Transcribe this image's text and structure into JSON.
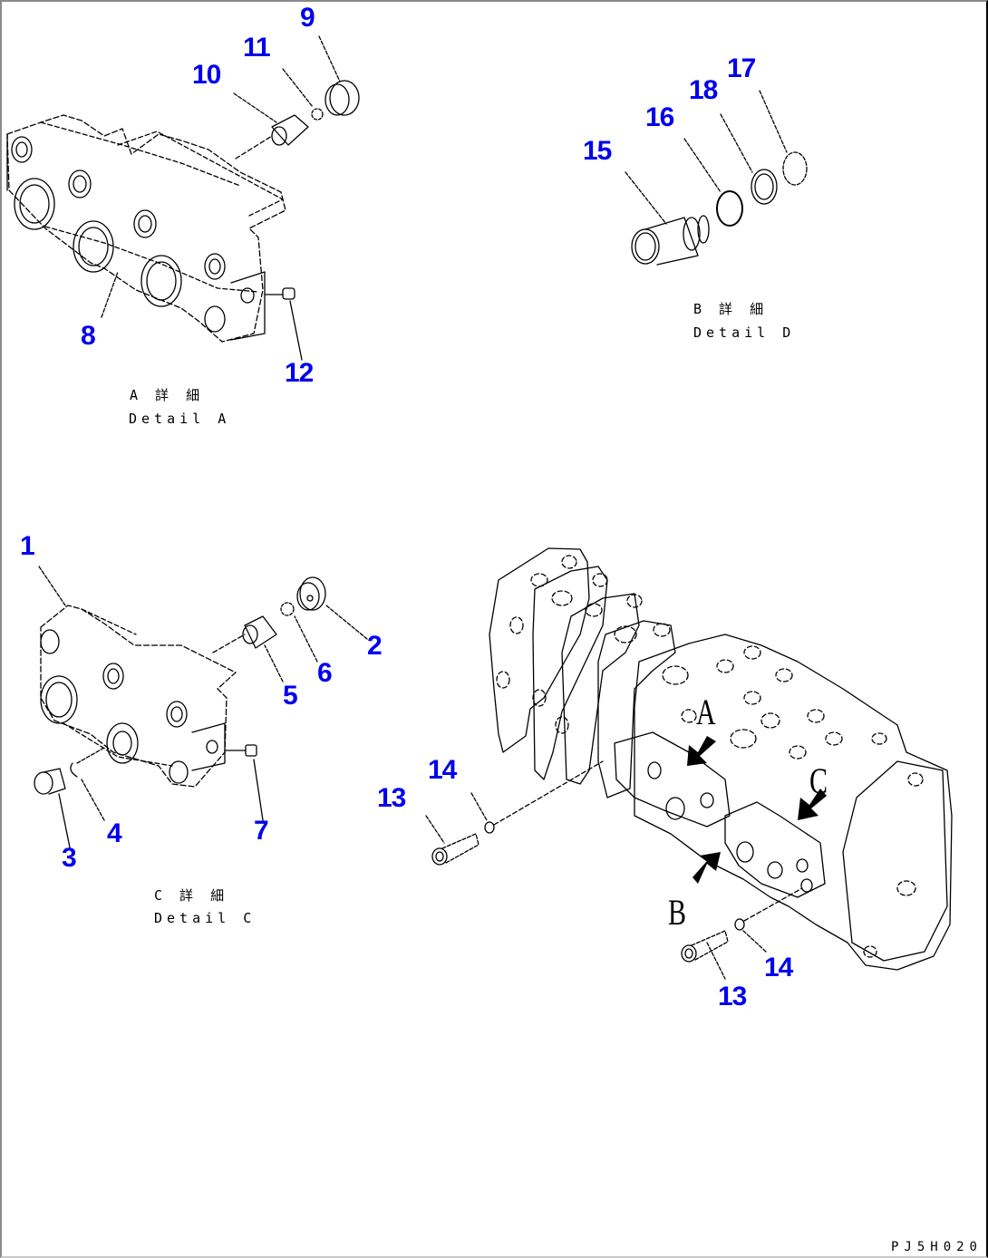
{
  "drawing_code": "PJ5H020",
  "details": [
    {
      "id": "A",
      "caption_jp": "A 詳 細",
      "caption_en": "Detail A",
      "parts": [
        "8",
        "9",
        "10",
        "11",
        "12"
      ]
    },
    {
      "id": "B",
      "caption_jp": "B 詳 細",
      "caption_en": "Detail D",
      "parts": [
        "15",
        "16",
        "17",
        "18"
      ]
    },
    {
      "id": "C",
      "caption_jp": "C 詳 細",
      "caption_en": "Detail C",
      "parts": [
        "1",
        "2",
        "3",
        "4",
        "5",
        "6",
        "7"
      ]
    }
  ],
  "callouts": {
    "detail_a": {
      "p8": "8",
      "p9": "9",
      "p10": "10",
      "p11": "11",
      "p12": "12"
    },
    "detail_b": {
      "p15": "15",
      "p16": "16",
      "p17": "17",
      "p18": "18"
    },
    "detail_c": {
      "p1": "1",
      "p2": "2",
      "p3": "3",
      "p4": "4",
      "p5": "5",
      "p6": "6",
      "p7": "7"
    },
    "main": {
      "p13a": "13",
      "p14a": "14",
      "p13b": "13",
      "p14b": "14"
    }
  },
  "view_arrows": {
    "a": "A",
    "b": "B",
    "c": "C"
  },
  "colors": {
    "callout": "#0000ee",
    "line": "#000000",
    "frame": "#8a8a8a"
  }
}
